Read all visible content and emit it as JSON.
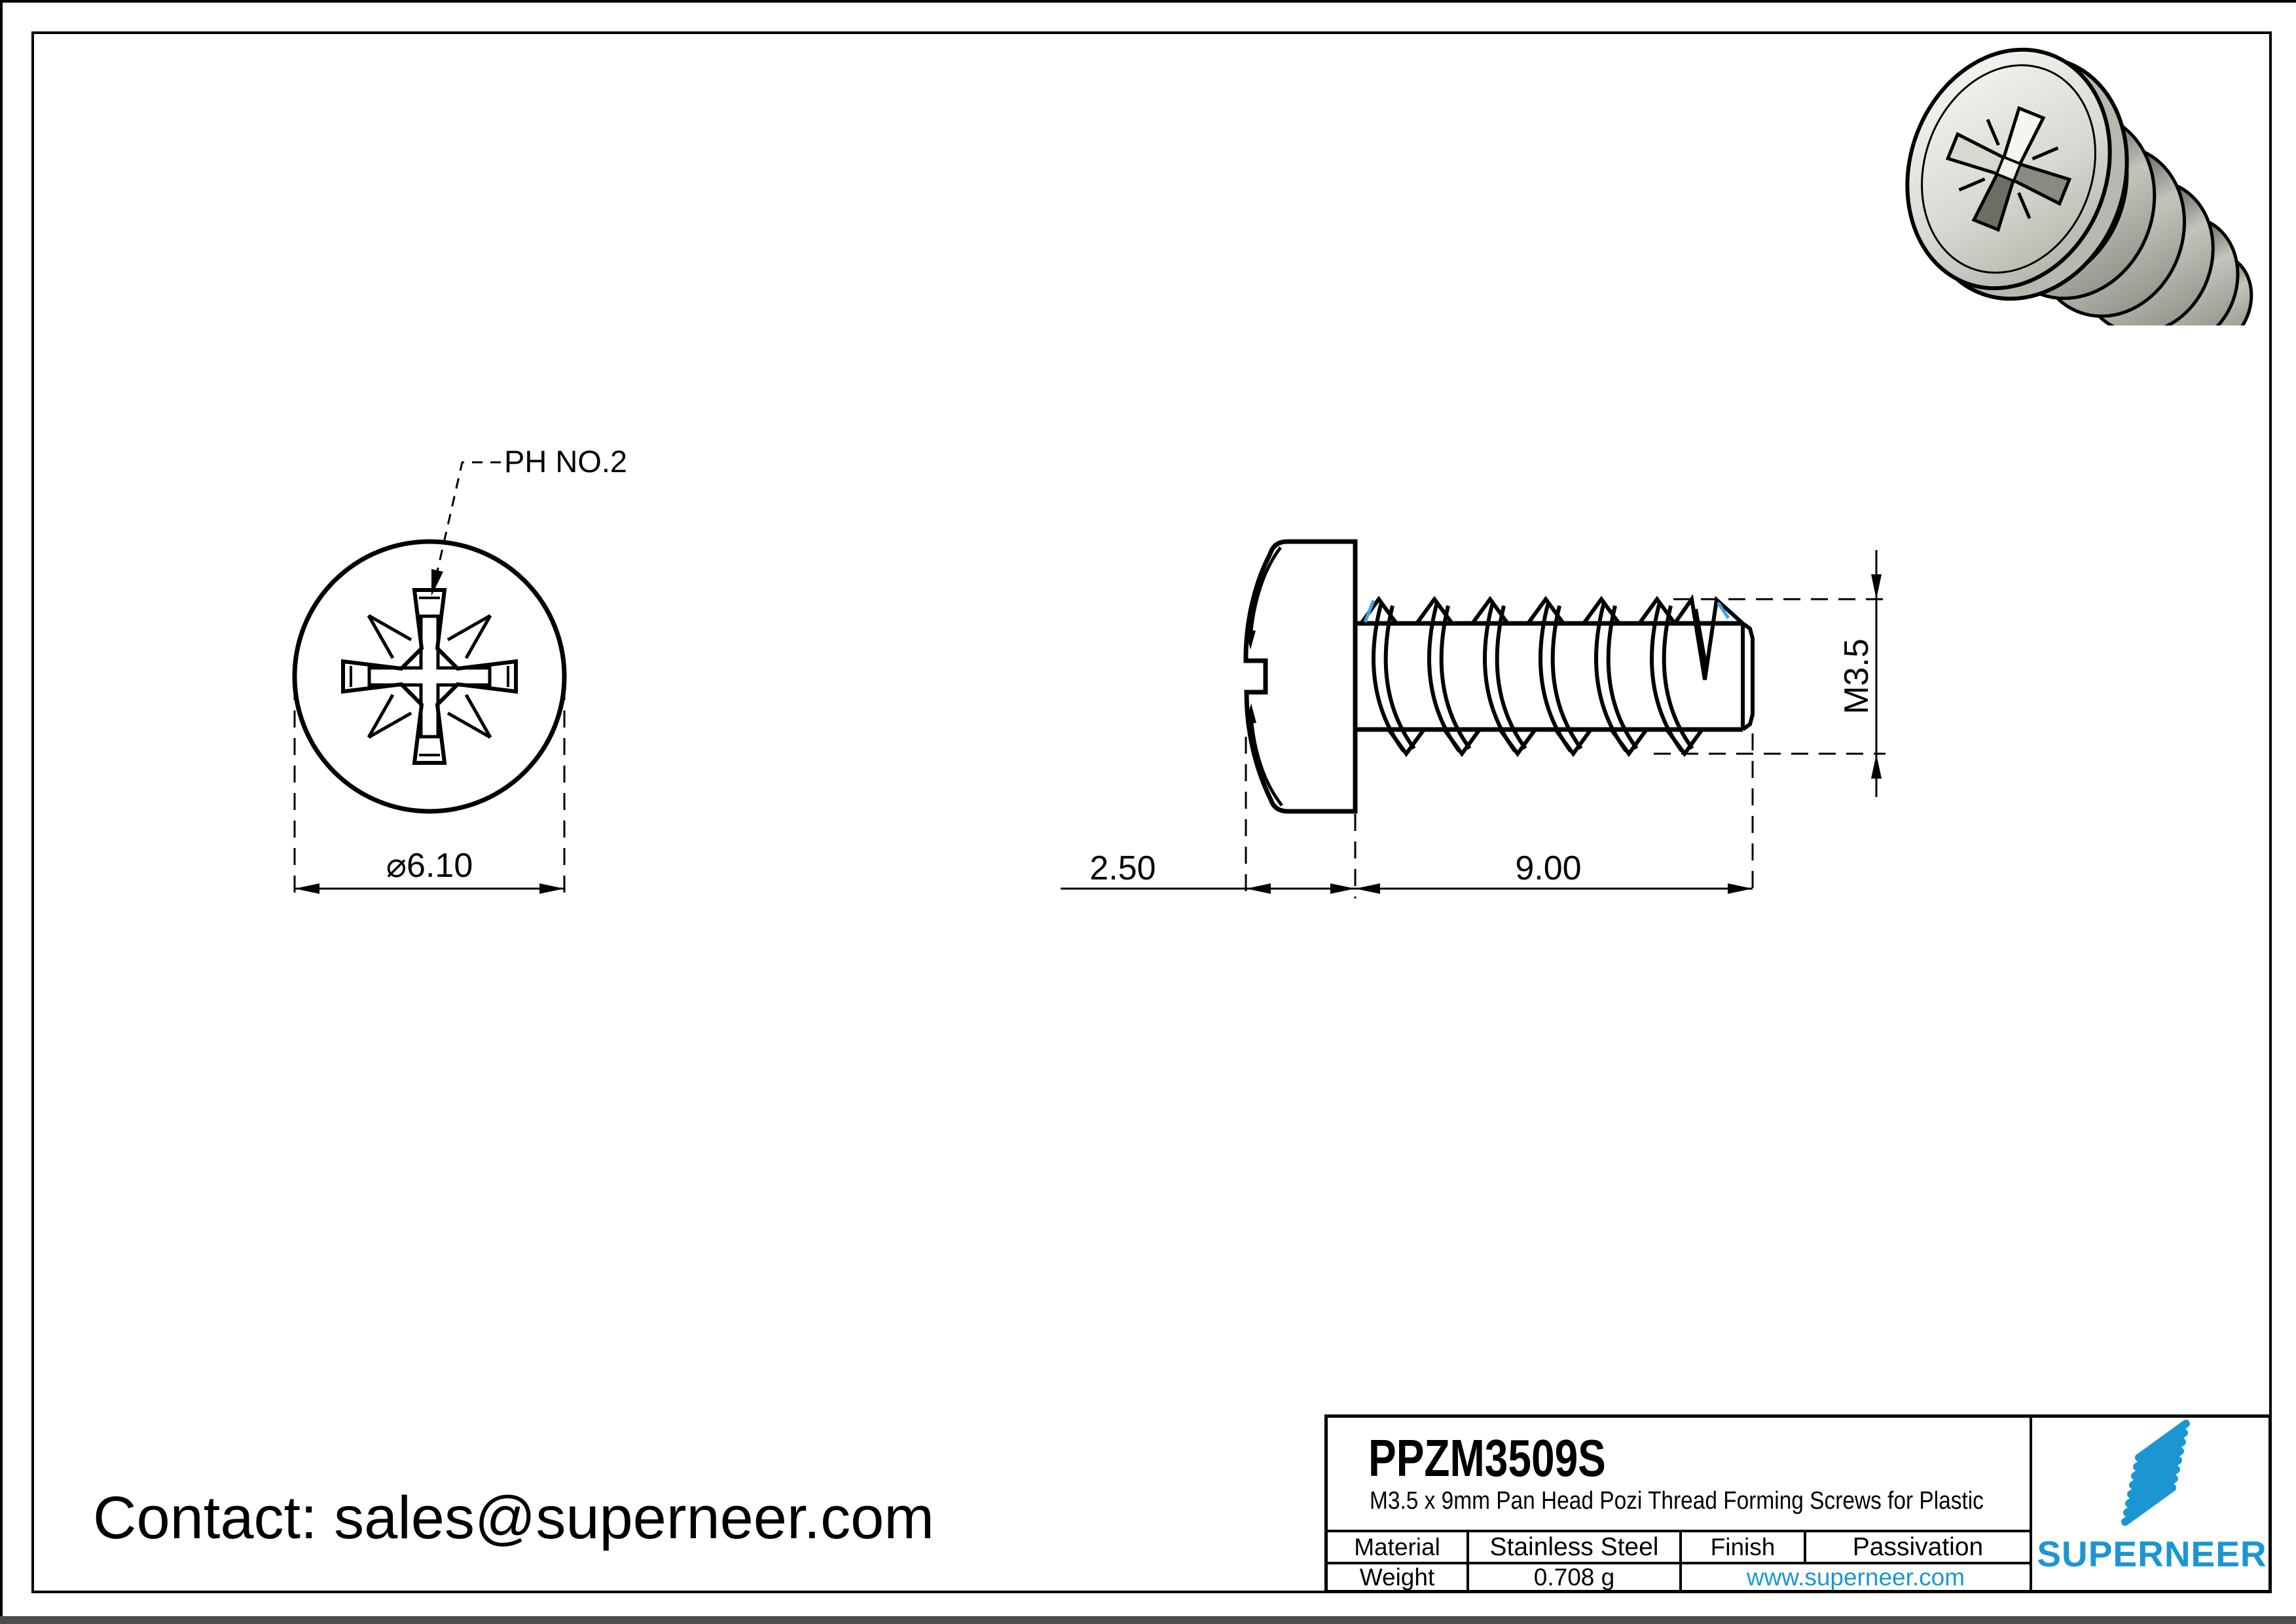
{
  "page": {
    "contact": "Contact: sales@superneer.com"
  },
  "views": {
    "front": {
      "drive_label": "PH NO.2",
      "diameter_label": "⌀6.10"
    },
    "side": {
      "head_height_label": "2.50",
      "length_label": "9.00",
      "thread_label": "M3.5"
    }
  },
  "title_block": {
    "part_number": "PPZM3509S",
    "description": "M3.5 x 9mm Pan Head Pozi Thread Forming Screws for Plastic",
    "material_label": "Material",
    "material_value": "Stainless Steel",
    "finish_label": "Finish",
    "finish_value": "Passivation",
    "weight_label": "Weight",
    "weight_value": "0.708 g",
    "website": "www.superneer.com",
    "brand": "SUPERNEER"
  },
  "colors": {
    "accent_blue": "#1b96d3",
    "line_black": "#000000",
    "edge_cyan": "#3aa7e0",
    "bottom_bar_gray": "#4d4d4d"
  },
  "icons": {
    "logo": "superneer-stripes-logo",
    "render": "pan-head-pozi-screw-3d-render"
  }
}
